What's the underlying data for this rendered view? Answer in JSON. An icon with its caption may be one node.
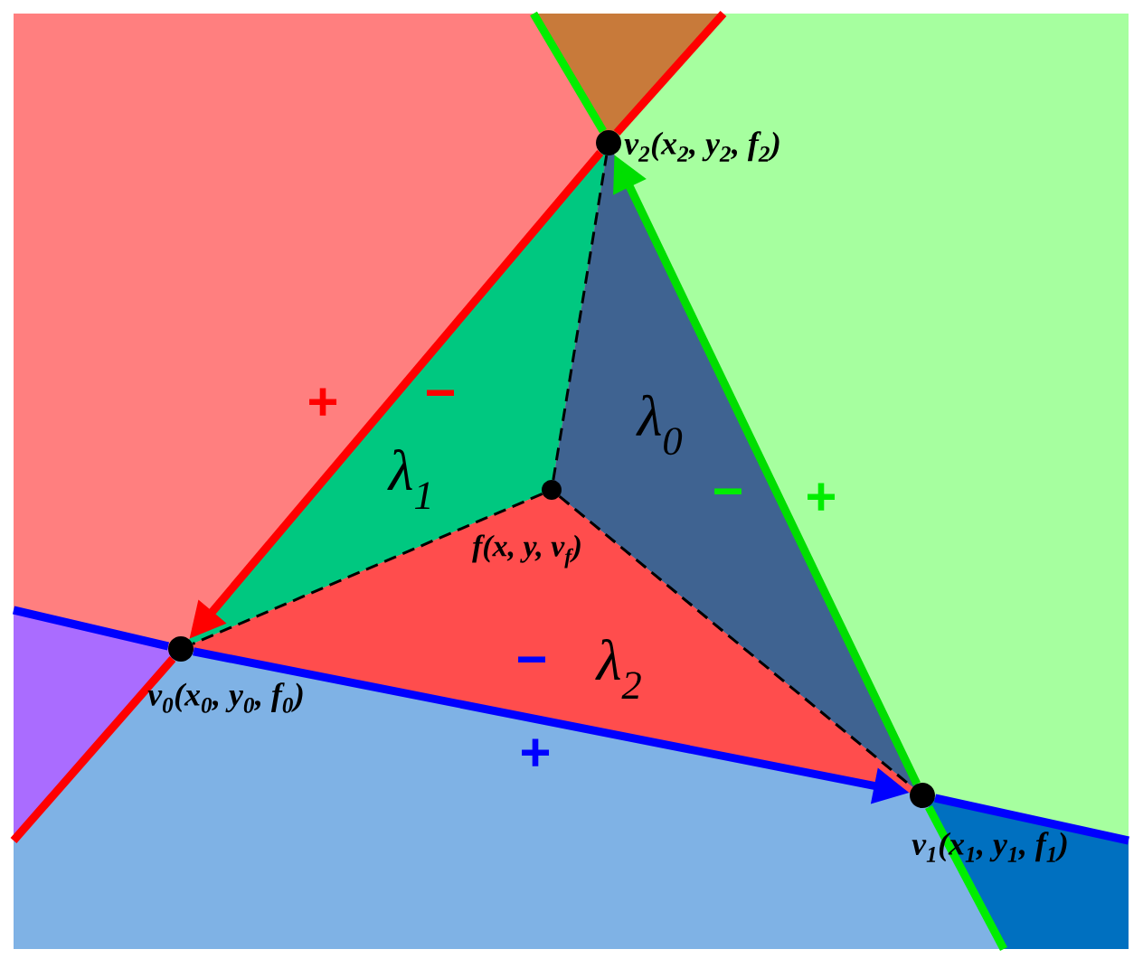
{
  "diagram": {
    "nodes": [
      {
        "text": [],
        "shape": "circle",
        "beside": [
          "v$_{2}$(x$_{2}$, y$_{2}$, f$_{2}$)"
        ]
      },
      {
        "text": [],
        "shape": "circle",
        "beside": [
          "f(x, y, v$_{f}$)"
        ]
      },
      {
        "text": [],
        "shape": "circle",
        "beside": [
          "v$_{0}$(x$_{0}$, y$_{0}$, f$_{0}$)"
        ]
      },
      {
        "text": [],
        "shape": "circle",
        "beside": [
          "v$_{1}$(x$_{1}$, y$_{1}$, f$_{1}$)"
        ]
      }
    ],
    "edges": [
      {
        "from": 0,
        "to": 2,
        "arrow": "to",
        "style": "thick",
        "color": "#ff0000"
      },
      {
        "from": 2,
        "to": 3,
        "arrow": "to",
        "style": "thick",
        "color": "#0000ff"
      },
      {
        "from": 3,
        "to": 0,
        "arrow": "to",
        "style": "thick",
        "color": "#00ee00"
      },
      {
        "from": 1,
        "to": 2,
        "arrow": "none",
        "style": "dashed"
      },
      {
        "from": 1,
        "to": 3,
        "arrow": "none",
        "style": "dashed"
      },
      {
        "from": 1,
        "to": 0,
        "arrow": "none",
        "style": "dashed"
      }
    ],
    "labels": [
      "+",
      "−",
      "λ$_{0}$",
      "λ$_{1}$",
      "−",
      "+",
      "−",
      "λ$_{2}$",
      "+"
    ]
  }
}
